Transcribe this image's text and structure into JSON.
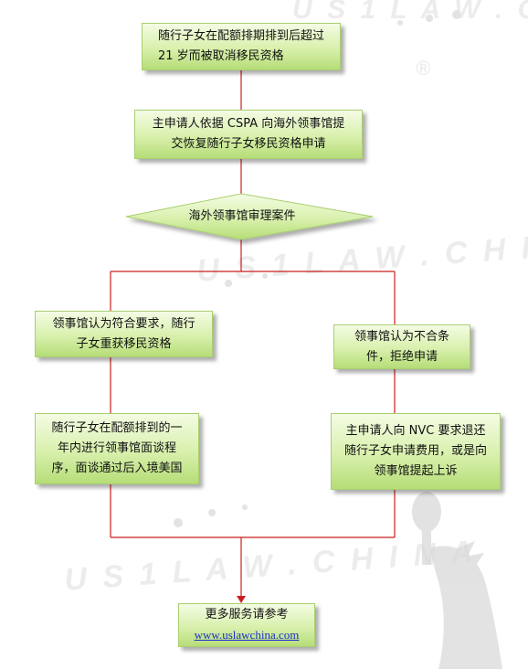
{
  "watermark": {
    "brand": "U S 1 L A W . C H I N A",
    "registered": "®"
  },
  "nodes": {
    "start": {
      "line1": "随行子女在配额排期排到后超过",
      "line2": "21 岁而被取消移民资格"
    },
    "apply": {
      "line1": "主申请人依据 CSPA 向海外领事馆提",
      "line2": "交恢复随行子女移民资格申请"
    },
    "review": {
      "label": "海外领事馆审理案件"
    },
    "approve": {
      "line1": "领事馆认为符合要求，随行",
      "line2": "子女重获移民资格"
    },
    "reject": {
      "line1": "领事馆认为不合条",
      "line2": "件，拒绝申请"
    },
    "interview": {
      "line1": "随行子女在配额排到的一",
      "line2": "年内进行领事馆面谈程",
      "line3": "序，面谈通过后入境美国"
    },
    "appeal": {
      "line1": "主申请人向 NVC 要求退还",
      "line2": "随行子女申请费用，或是向",
      "line3": "领事馆提起上诉"
    },
    "more": {
      "label": "更多服务请参考",
      "link": "www.uslawchina.com"
    }
  },
  "colors": {
    "connector": "#ca1f1f",
    "box_top": "#f4fce4",
    "box_bottom": "#b6dd78",
    "link": "#1d2fcf"
  }
}
